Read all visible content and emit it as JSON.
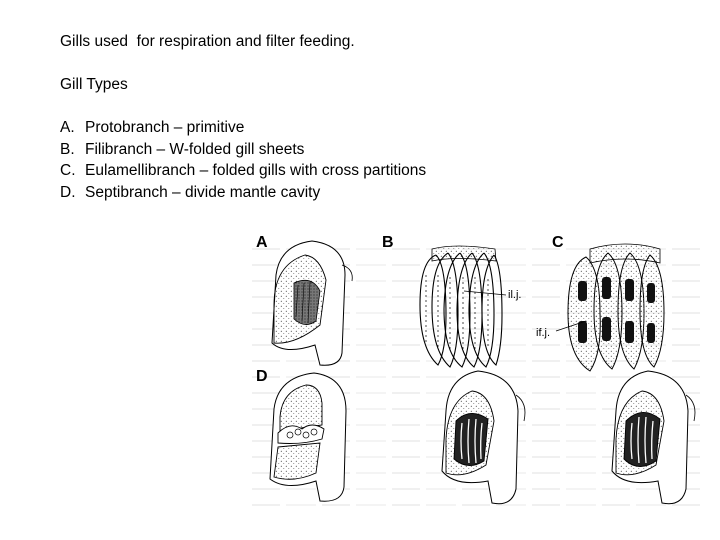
{
  "slide": {
    "intro": "Gills used  for respiration and filter feeding.",
    "heading": "Gill Types",
    "items": [
      {
        "marker": "A.",
        "text": "Protobranch – primitive"
      },
      {
        "marker": "B.",
        "text": "Filibranch – W-folded gill sheets"
      },
      {
        "marker": "C.",
        "text": "Eulamellibranch – folded gills with cross partitions"
      },
      {
        "marker": "D.",
        "text": "Septibranch – divide mantle cavity"
      }
    ]
  },
  "figure": {
    "panel_labels": [
      "A",
      "B",
      "C",
      "D"
    ],
    "annotations": {
      "interlamellar": "il.j.",
      "interfilament": "if.j."
    }
  }
}
